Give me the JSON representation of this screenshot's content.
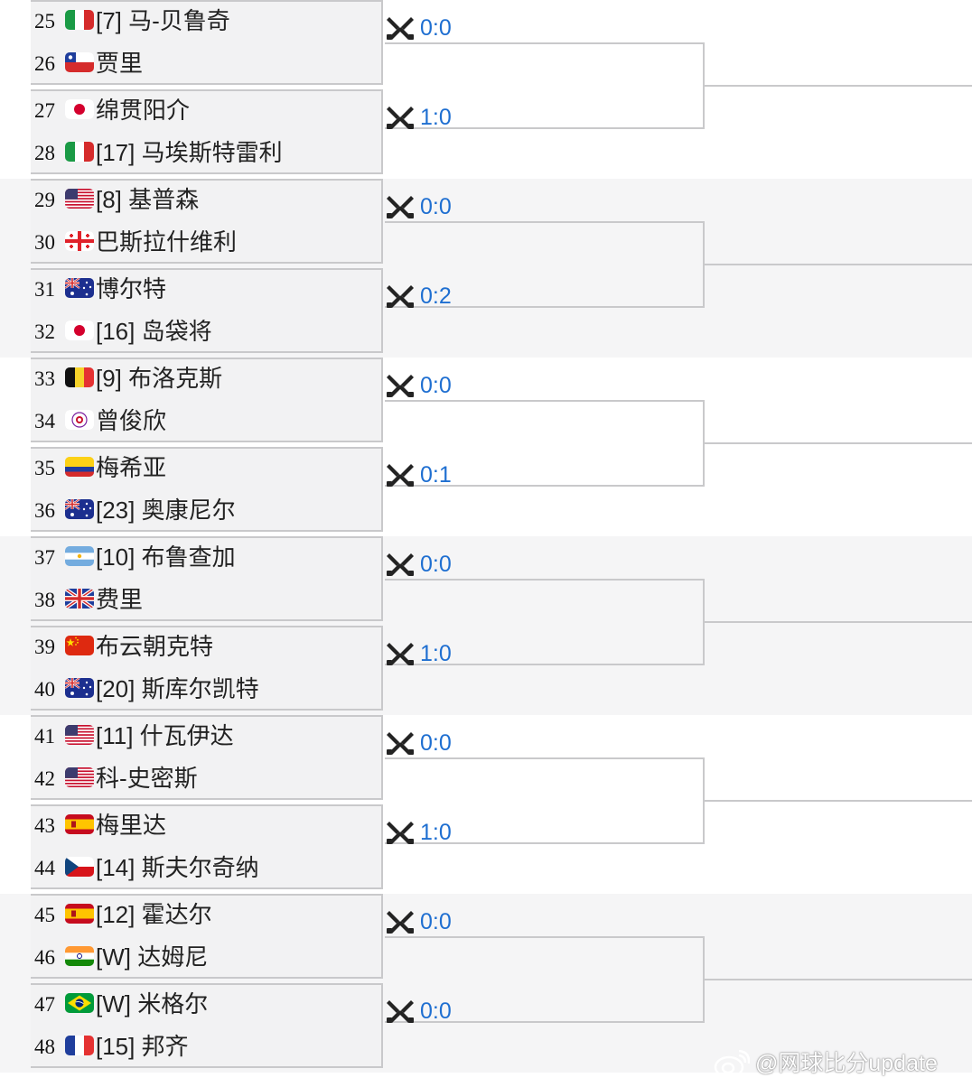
{
  "matches": [
    {
      "score": "0:0",
      "players": [
        {
          "num": "25",
          "flag": "italy-flag",
          "name": "[7] 马-贝鲁奇"
        },
        {
          "num": "26",
          "flag": "chile-flag",
          "name": "贾里"
        }
      ]
    },
    {
      "score": "1:0",
      "players": [
        {
          "num": "27",
          "flag": "japan-flag",
          "name": "绵贯阳介"
        },
        {
          "num": "28",
          "flag": "italy-flag",
          "name": "[17] 马埃斯特雷利"
        }
      ]
    },
    {
      "score": "0:0",
      "players": [
        {
          "num": "29",
          "flag": "usa-flag",
          "name": "[8] 基普森"
        },
        {
          "num": "30",
          "flag": "georgia-flag",
          "name": "巴斯拉什维利"
        }
      ]
    },
    {
      "score": "0:2",
      "players": [
        {
          "num": "31",
          "flag": "australia-flag",
          "name": "博尔特"
        },
        {
          "num": "32",
          "flag": "japan-flag",
          "name": "[16] 岛袋将"
        }
      ]
    },
    {
      "score": "0:0",
      "players": [
        {
          "num": "33",
          "flag": "belgium-flag",
          "name": "[9] 布洛克斯"
        },
        {
          "num": "34",
          "flag": "chinese-taipei-flag",
          "name": "曾俊欣"
        }
      ]
    },
    {
      "score": "0:1",
      "players": [
        {
          "num": "35",
          "flag": "colombia-flag",
          "name": "梅希亚"
        },
        {
          "num": "36",
          "flag": "australia-flag",
          "name": "[23] 奥康尼尔"
        }
      ]
    },
    {
      "score": "0:0",
      "players": [
        {
          "num": "37",
          "flag": "argentina-flag",
          "name": "[10] 布鲁查加"
        },
        {
          "num": "38",
          "flag": "uk-flag",
          "name": "费里"
        }
      ]
    },
    {
      "score": "1:0",
      "players": [
        {
          "num": "39",
          "flag": "china-flag",
          "name": "布云朝克特"
        },
        {
          "num": "40",
          "flag": "australia-flag",
          "name": "[20] 斯库尔凯特"
        }
      ]
    },
    {
      "score": "0:0",
      "players": [
        {
          "num": "41",
          "flag": "usa-flag",
          "name": "[11] 什瓦伊达"
        },
        {
          "num": "42",
          "flag": "usa-flag",
          "name": "科-史密斯"
        }
      ]
    },
    {
      "score": "1:0",
      "players": [
        {
          "num": "43",
          "flag": "spain-flag",
          "name": "梅里达"
        },
        {
          "num": "44",
          "flag": "czech-flag",
          "name": "[14] 斯夫尔奇纳"
        }
      ]
    },
    {
      "score": "0:0",
      "players": [
        {
          "num": "45",
          "flag": "spain-flag",
          "name": "[12] 霍达尔"
        },
        {
          "num": "46",
          "flag": "india-flag",
          "name": "[W] 达姆尼"
        }
      ]
    },
    {
      "score": "0:0",
      "players": [
        {
          "num": "47",
          "flag": "brazil-flag",
          "name": "[W] 米格尔"
        },
        {
          "num": "48",
          "flag": "france-flag",
          "name": "[15] 邦齐"
        }
      ]
    }
  ],
  "match_icon": "crossed-rackets-icon",
  "watermark": "@网球比分update",
  "colors": {
    "score": "#1f6fd1",
    "border": "#c9c9cb",
    "band": "#f5f5f6"
  }
}
